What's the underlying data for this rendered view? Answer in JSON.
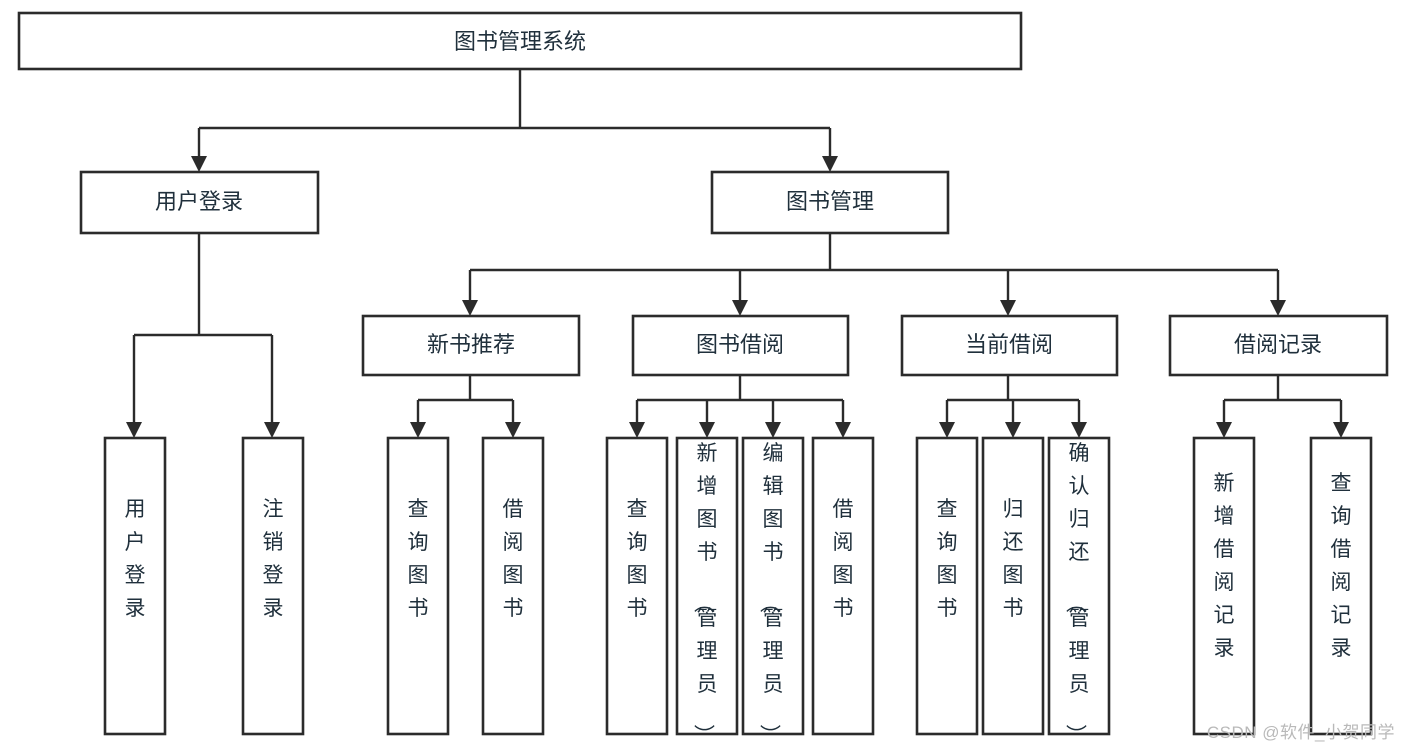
{
  "diagram": {
    "title": "图书管理系统",
    "type": "tree-hierarchy-chart",
    "watermark": "CSDN @软件_小贺同学",
    "colors": {
      "background": "#ffffff",
      "box_fill": "#ffffff",
      "box_stroke": "#2b2b2b",
      "text": "#20303c",
      "watermark": "#b9b9b9"
    },
    "root": {
      "id": "root",
      "label": "图书管理系统",
      "orientation": "horizontal"
    },
    "level2": [
      {
        "id": "user-login",
        "label": "用户登录",
        "orientation": "horizontal"
      },
      {
        "id": "book-management",
        "label": "图书管理",
        "orientation": "horizontal"
      }
    ],
    "level3": [
      {
        "id": "new-book-recommend",
        "label": "新书推荐",
        "orientation": "horizontal",
        "parent": "book-management"
      },
      {
        "id": "book-borrow",
        "label": "图书借阅",
        "orientation": "horizontal",
        "parent": "book-management"
      },
      {
        "id": "current-borrow",
        "label": "当前借阅",
        "orientation": "horizontal",
        "parent": "book-management"
      },
      {
        "id": "borrow-record",
        "label": "借阅记录",
        "orientation": "horizontal",
        "parent": "book-management"
      }
    ],
    "leaves": [
      {
        "id": "leaf-user-login",
        "label": "用户登录",
        "orientation": "vertical",
        "parent": "user-login"
      },
      {
        "id": "leaf-logout-login",
        "label": "注销登录",
        "orientation": "vertical",
        "parent": "user-login"
      },
      {
        "id": "leaf-query-book-1",
        "label": "查询图书",
        "orientation": "vertical",
        "parent": "new-book-recommend"
      },
      {
        "id": "leaf-borrow-book-1",
        "label": "借阅图书",
        "orientation": "vertical",
        "parent": "new-book-recommend"
      },
      {
        "id": "leaf-query-book-2",
        "label": "查询图书",
        "orientation": "vertical",
        "parent": "book-borrow"
      },
      {
        "id": "leaf-add-book",
        "label": "新增图书（管理员）",
        "orientation": "vertical",
        "parent": "book-borrow"
      },
      {
        "id": "leaf-edit-book",
        "label": "编辑图书（管理员）",
        "orientation": "vertical",
        "parent": "book-borrow"
      },
      {
        "id": "leaf-borrow-book-2",
        "label": "借阅图书",
        "orientation": "vertical",
        "parent": "book-borrow"
      },
      {
        "id": "leaf-query-book-3",
        "label": "查询图书",
        "orientation": "vertical",
        "parent": "current-borrow"
      },
      {
        "id": "leaf-return-book",
        "label": "归还图书",
        "orientation": "vertical",
        "parent": "current-borrow"
      },
      {
        "id": "leaf-confirm-return",
        "label": "确认归还（管理员）",
        "orientation": "vertical",
        "parent": "current-borrow"
      },
      {
        "id": "leaf-add-borrow-record",
        "label": "新增借阅记录",
        "orientation": "vertical",
        "parent": "borrow-record"
      },
      {
        "id": "leaf-query-borrow-record",
        "label": "查询借阅记录",
        "orientation": "vertical",
        "parent": "borrow-record"
      }
    ]
  }
}
